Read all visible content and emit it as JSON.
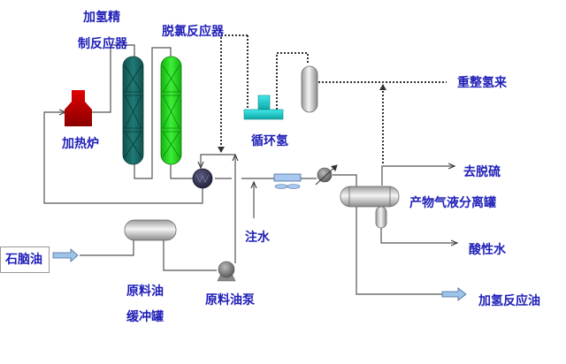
{
  "diagram": {
    "title": "Naphtha hydrotreating process flow",
    "colors": {
      "label": "#2020b8",
      "line": "#555555",
      "furnace": "#cc0000",
      "hydro_reactor": "#1a6e6a",
      "deoxy_reactor": "#22d41e",
      "compressor": "#22cccc",
      "exchanger": "#3a3a5a",
      "arrow_fill": "#9cc4e8"
    },
    "labels": {
      "hydro_reactor_line1": "加氢精",
      "hydro_reactor_line2": "制反应器",
      "deoxy_reactor": "脱氯反应器",
      "furnace": "加热炉",
      "recycle_h2": "循环氢",
      "reformer_h2": "重整氢来",
      "to_desulfur": "去脱硫",
      "separator": "产物气液分离罐",
      "sour_water": "酸性水",
      "product": "加氢反应油",
      "water_injection": "注水",
      "feed": "石脑油",
      "buffer_tank_line1": "原料油",
      "buffer_tank_line2": "缓冲罐",
      "feed_pump": "原料油泵"
    }
  }
}
